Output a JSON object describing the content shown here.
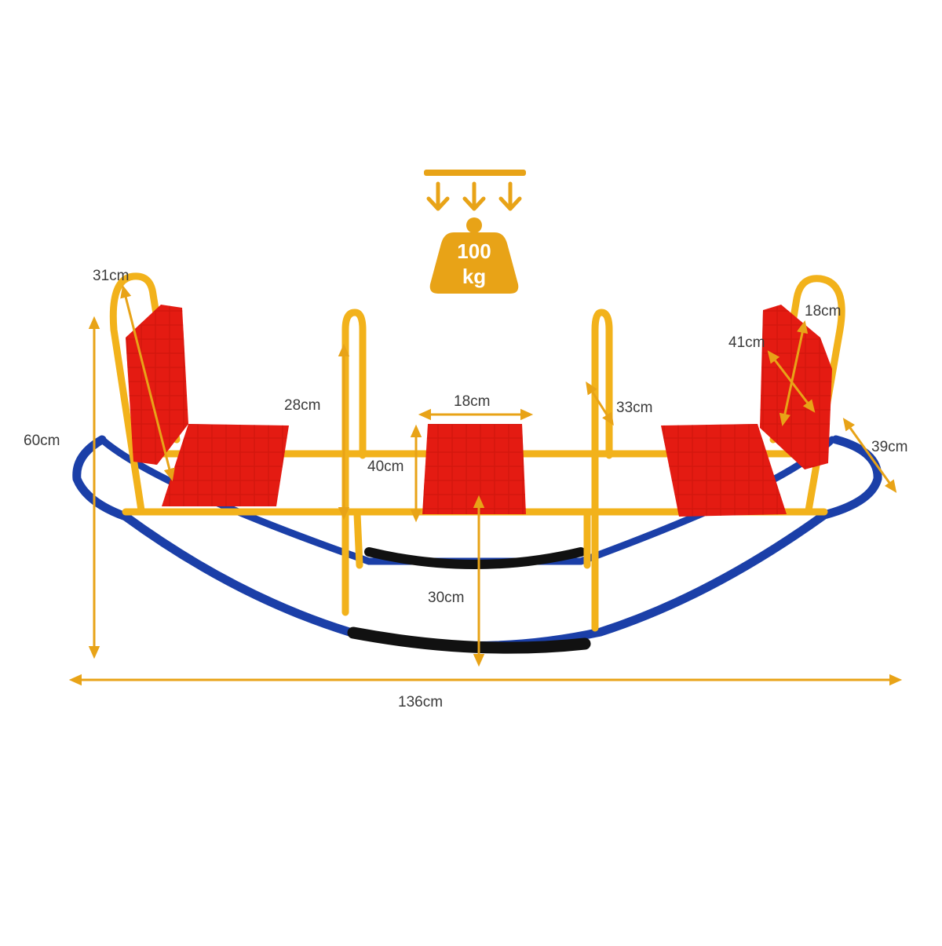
{
  "colors": {
    "accent": "#E8A317",
    "frame_yellow": "#F2B21B",
    "seat_red": "#E41B12",
    "rocker_blue": "#1B3FA8",
    "grip_black": "#111111",
    "label_text": "#3a3a3a"
  },
  "load_badge": {
    "icon": "weight-icon",
    "value": "100",
    "unit": "kg"
  },
  "dimensions": {
    "backrest_left_diagonal": "31cm",
    "overall_height": "60cm",
    "seat_gap": "28cm",
    "center_seat_width": "18cm",
    "seat_height": "40cm",
    "handle_width": "33cm",
    "right_backrest_height": "18cm",
    "right_backrest_width": "41cm",
    "overall_depth": "39cm",
    "ground_clearance": "30cm",
    "overall_length": "136cm"
  }
}
